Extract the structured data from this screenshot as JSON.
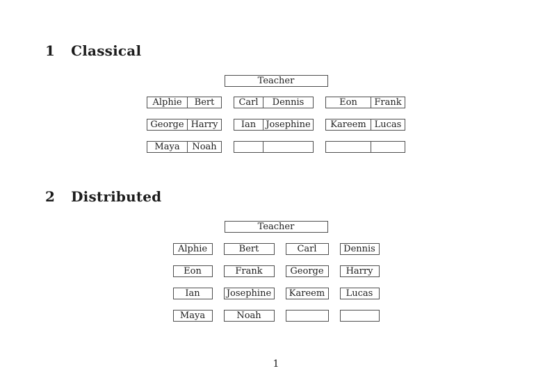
{
  "classical": {
    "heading_number": "1",
    "heading_title": "Classical",
    "teacher": "Teacher",
    "rows": [
      [
        [
          "Alphie",
          "Bert"
        ],
        [
          "Carl",
          "Dennis"
        ],
        [
          "Eon",
          "Frank"
        ]
      ],
      [
        [
          "George",
          "Harry"
        ],
        [
          "Ian",
          "Josephine"
        ],
        [
          "Kareem",
          "Lucas"
        ]
      ],
      [
        [
          "Maya",
          "Noah"
        ],
        [
          "",
          ""
        ],
        [
          "",
          ""
        ]
      ]
    ]
  },
  "distributed": {
    "heading_number": "2",
    "heading_title": "Distributed",
    "teacher": "Teacher",
    "rows": [
      [
        "Alphie",
        "Bert",
        "Carl",
        "Dennis"
      ],
      [
        "Eon",
        "Frank",
        "George",
        "Harry"
      ],
      [
        "Ian",
        "Josephine",
        "Kareem",
        "Lucas"
      ],
      [
        "Maya",
        "Noah",
        "",
        ""
      ]
    ]
  },
  "page": {
    "number": "1"
  },
  "colors": {
    "border": "#4d4d4d",
    "text": "#1c1c1c",
    "background": "#ffffff"
  }
}
